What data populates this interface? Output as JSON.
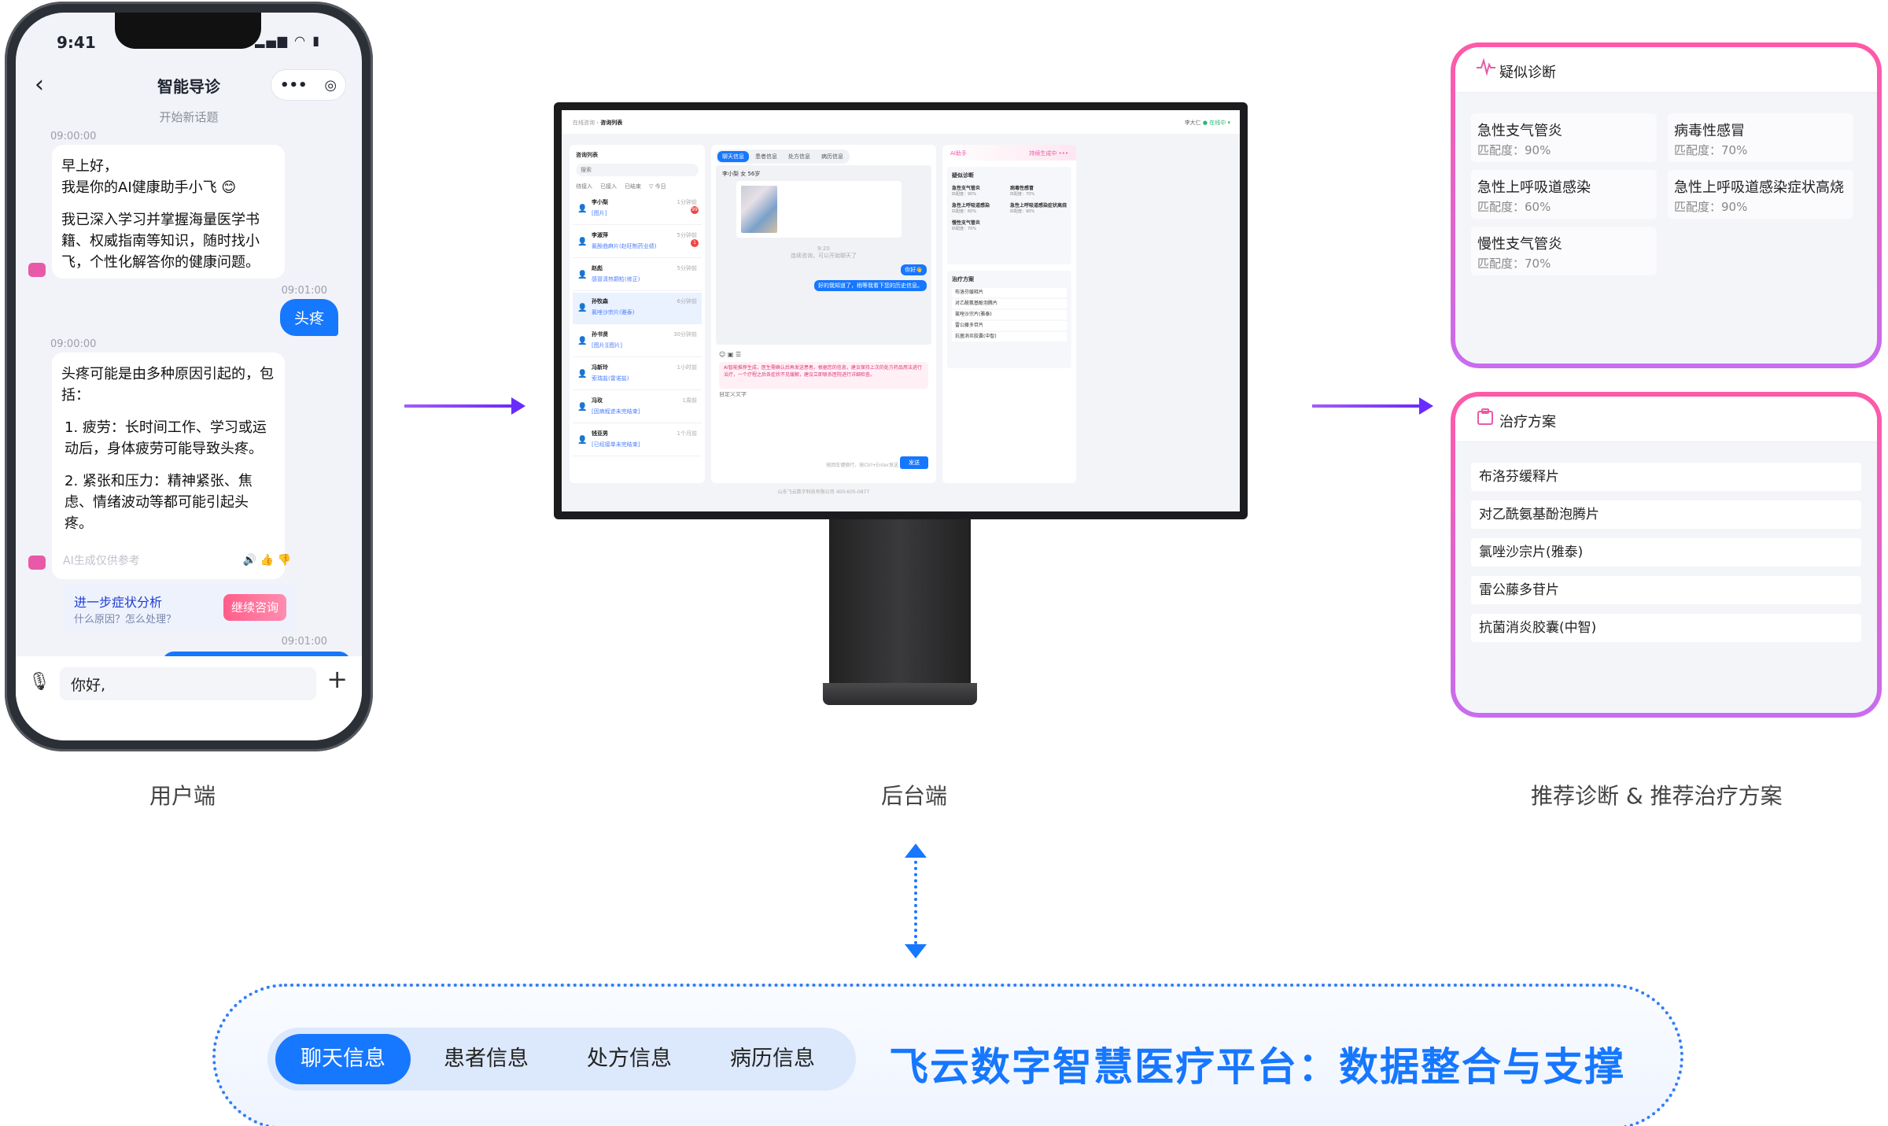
{
  "phone": {
    "status_time": "9:41",
    "status_icons": "▂▄▆ ◠ ▮",
    "back_glyph": "‹",
    "title": "智能导诊",
    "capsule_more": "•••",
    "capsule_target": "◎",
    "new_topic": "开始新话题",
    "messages": [
      {
        "time": "09:00:00",
        "text_1": "早上好，",
        "text_2": "我是你的AI健康助手小飞 😊",
        "text_3": "我已深入学习并掌握海量医学书籍、权威指南等知识，随时找小飞，个性化解答你的健康问题。"
      },
      {
        "time": "09:01:00",
        "text": "头疼"
      },
      {
        "time": "09:00:00",
        "text_1": "头疼可能是由多种原因引起的，包括：",
        "text_2": "1. 疲劳：长时间工作、学习或运动后，身体疲劳可能导致头疼。",
        "text_3": "2. 紧张和压力：精神紧张、焦虑、情绪波动等都可能引起头疼。"
      }
    ],
    "ai_disclaimer": "AI生成仅供参考",
    "feedback_icons": "🔊 👍 👎",
    "followup": {
      "title": "进一步症状分析",
      "sub": "什么原因？怎么处理？",
      "button": "继续咨询"
    },
    "last_time": "09:01:00",
    "input_value": "你好,",
    "mic_glyph": "🎙",
    "plus_glyph": "+"
  },
  "admin": {
    "breadcrumb_home": "在线咨询 ›",
    "breadcrumb_current": "咨询列表",
    "user": "李大仁",
    "user_status": "● 在线中 ▾",
    "list_title": "咨询列表",
    "search_placeholder": "搜索",
    "filters": [
      "待接入",
      "已接入",
      "已结束",
      "▽ 今日"
    ],
    "consults": [
      {
        "name": "李小梨",
        "sub": "[图片]",
        "time": "1分钟前",
        "badge": "99"
      },
      {
        "name": "李淑萍",
        "sub": "氯酚曲麻片(赵旺制药业绩)",
        "time": "5分钟前",
        "badge": "1"
      },
      {
        "name": "赵彪",
        "sub": "感冒清热颗粒(修正)",
        "time": "5分钟前",
        "badge": ""
      },
      {
        "name": "孙牧森",
        "sub": "氯唑沙宗片(雅泰)",
        "time": "6分钟前",
        "badge": ""
      },
      {
        "name": "孙书贤",
        "sub": "[图片][图片]",
        "time": "30分钟前",
        "badge": ""
      },
      {
        "name": "冯新玲",
        "sub": "索瑞盐(雷诺盐)",
        "time": "1小时前",
        "badge": ""
      },
      {
        "name": "冯玫",
        "sub": "[因病程迹未完结束]",
        "time": "1周前",
        "badge": ""
      },
      {
        "name": "钱亚男",
        "sub": "[已经接单未完结束]",
        "time": "1个月前",
        "badge": ""
      }
    ],
    "tabs": [
      "聊天信息",
      "患者信息",
      "处方信息",
      "病历信息"
    ],
    "chat_patient": "李小梨  女  56岁",
    "chat_center_time": "9:20",
    "chat_center_note": "连续咨询，可以开始聊天了",
    "chat_user_1": "你好👋",
    "chat_user_2": "好的我知道了，稍等我看下您的历史信息。",
    "toolbar": "☺  ▣  ☰",
    "suggest": "AI智能推荐生成，医生需确认后再发送患者。根据您的信息，建议保持上次的处方药品用法进行治疗，一个疗程之后各症状不见缓解，建议立即联系医院进行详细检查。",
    "input_placeholder": "自定义文字",
    "send_hint": "按回车键换行，按Ctrl+Enter发送",
    "send": "发送",
    "footer": "山东飞云数字科技有限公司 400-605-0877",
    "ai_title": "AI助手",
    "ai_link": "持续生成中 •••",
    "mini_diag_title": "疑似诊断",
    "mini_treat_title": "治疗方案"
  },
  "diagnosis": {
    "title": "疑似诊断",
    "items": [
      {
        "name": "急性支气管炎",
        "match": "匹配度：90%"
      },
      {
        "name": "病毒性感冒",
        "match": "匹配度：70%"
      },
      {
        "name": "急性上呼吸道感染",
        "match": "匹配度：60%"
      },
      {
        "name": "急性上呼吸道感染症状高烧",
        "match": "匹配度：90%"
      },
      {
        "name": "慢性支气管炎",
        "match": "匹配度：70%"
      }
    ]
  },
  "treatment": {
    "title": "治疗方案",
    "items": [
      "布洛芬缓释片",
      "对乙酰氨基酚泡腾片",
      "氯唑沙宗片(雅泰)",
      "雷公藤多苷片",
      "抗菌消炎胶囊(中智)"
    ]
  },
  "captions": {
    "user": "用户端",
    "admin": "后台端",
    "recommend": "推荐诊断 & 推荐治疗方案"
  },
  "platform": {
    "tabs": [
      "聊天信息",
      "患者信息",
      "处方信息",
      "病历信息"
    ],
    "title": "飞云数字智慧医疗平台：数据整合与支撑"
  },
  "icons": {
    "diag": "pulse-icon",
    "treat": "clipboard-icon"
  },
  "colors": {
    "primary": "#1677ff",
    "accent_pink": "#e85aa8",
    "arrow_purple": "#6a2bff"
  }
}
